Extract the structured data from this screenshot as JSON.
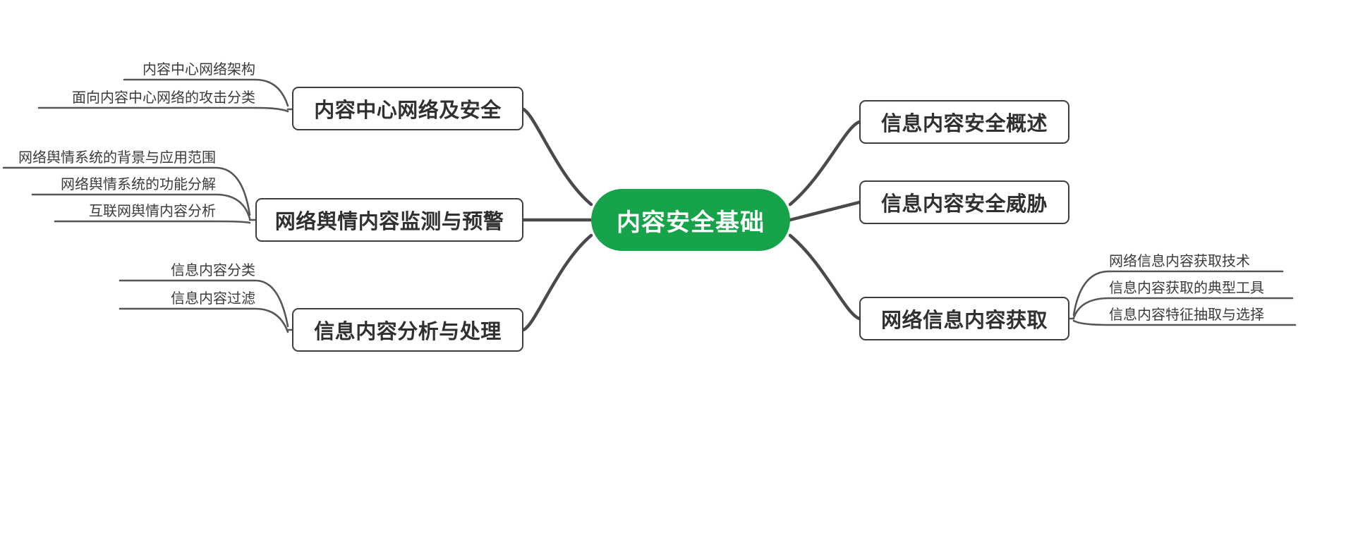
{
  "diagram": {
    "type": "mindmap",
    "title": "内容安全基础",
    "background_color": "#ffffff",
    "root_color": "#16a34a",
    "node_border_color": "#3d3d3d",
    "text_color": "#31302f"
  },
  "root": {
    "label": "内容安全基础"
  },
  "branches": [
    {
      "id": "ccn-security",
      "label": "内容中心网络及安全",
      "side": "left",
      "leaves": [
        {
          "label": "内容中心网络架构"
        },
        {
          "label": "面向内容中心网络的攻击分类"
        }
      ]
    },
    {
      "id": "public-opinion",
      "label": "网络舆情内容监测与预警",
      "side": "left",
      "leaves": [
        {
          "label": "网络舆情系统的背景与应用范围"
        },
        {
          "label": "网络舆情系统的功能分解"
        },
        {
          "label": "互联网舆情内容分析"
        }
      ]
    },
    {
      "id": "content-analysis",
      "label": "信息内容分析与处理",
      "side": "left",
      "leaves": [
        {
          "label": "信息内容分类"
        },
        {
          "label": "信息内容过滤"
        }
      ]
    },
    {
      "id": "security-overview",
      "label": "信息内容安全概述",
      "side": "right",
      "leaves": []
    },
    {
      "id": "security-threats",
      "label": "信息内容安全威胁",
      "side": "right",
      "leaves": []
    },
    {
      "id": "content-acquisition",
      "label": "网络信息内容获取",
      "side": "right",
      "leaves": [
        {
          "label": "网络信息内容获取技术"
        },
        {
          "label": "信息内容获取的典型工具"
        },
        {
          "label": "信息内容特征抽取与选择"
        }
      ]
    }
  ]
}
